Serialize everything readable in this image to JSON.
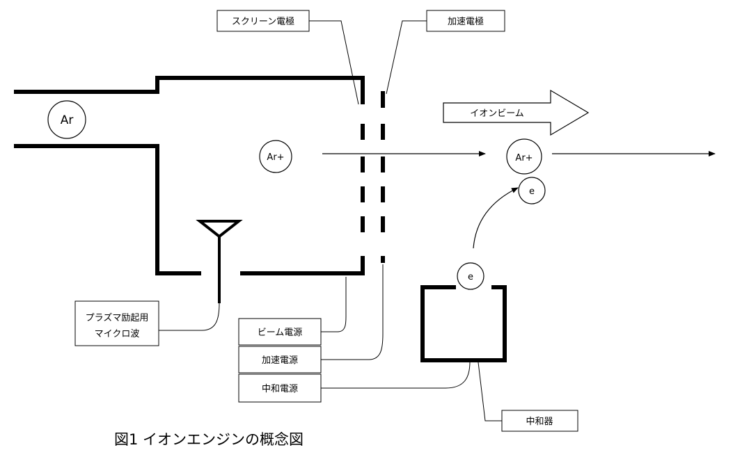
{
  "labels": {
    "screen_electrode": "スクリーン電極",
    "accel_electrode": "加速電極",
    "ion_beam": "イオンビーム",
    "plasma_line1": "プラズマ励起用",
    "plasma_line2": "マイクロ波",
    "beam_power": "ビーム電源",
    "accel_power": "加速電源",
    "neutral_power": "中和電源",
    "neutralizer": "中和器",
    "caption": "図1 イオンエンジンの概念図"
  },
  "particles": {
    "ar": "Ar",
    "ar_ion_chamber": "Ar+",
    "ar_ion_beam": "Ar+",
    "electron_neutralizer": "e",
    "electron_beam": "e"
  }
}
